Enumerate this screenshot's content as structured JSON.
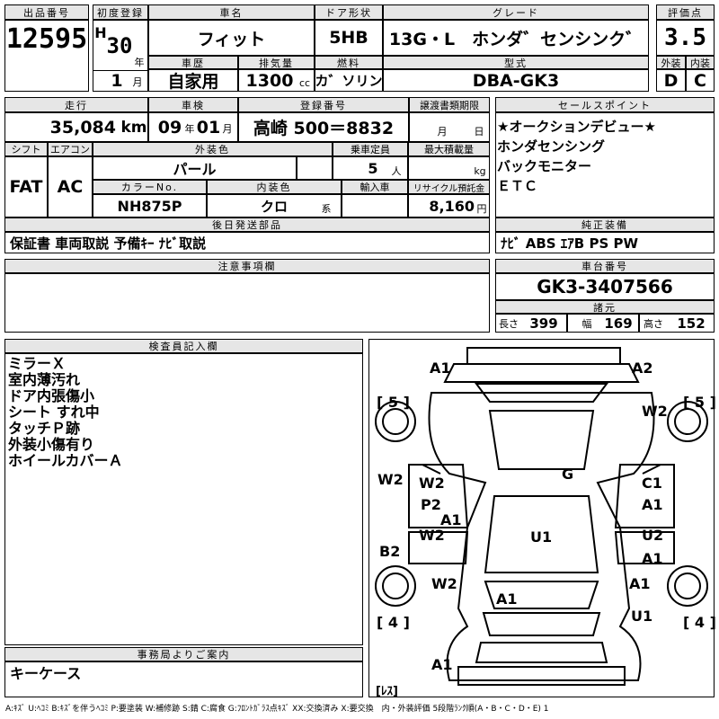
{
  "header": {
    "lot_label": "出品番号",
    "lot_number": "12595",
    "first_reg_label": "初度登録",
    "era": "H",
    "year": "30",
    "year_unit": "年",
    "month": "1",
    "month_unit": "月",
    "car_name_label": "車名",
    "car_name": "フィット",
    "door_label": "ドア形状",
    "door": "5HB",
    "grade_label": "グレード",
    "grade": "13G・L　ホンダ゛センシンク゛",
    "score_label": "評価点",
    "score": "3.5",
    "history_label": "車歴",
    "history": "自家用",
    "displacement_label": "排気量",
    "displacement": "1300",
    "displacement_unit": "cc",
    "fuel_label": "燃料",
    "fuel": "カ゛ソリン",
    "model_label": "型式",
    "model": "DBA-GK3",
    "ext_label": "外装",
    "ext_grade": "D",
    "int_label": "内装",
    "int_grade": "C"
  },
  "row2": {
    "mileage_label": "走行",
    "mileage": "35,084",
    "mileage_unit": "km",
    "inspection_label": "車検",
    "insp_year": "09",
    "insp_year_unit": "年",
    "insp_month": "01",
    "insp_month_unit": "月",
    "plate_label": "登録番号",
    "plate": "高崎 500＝8832",
    "transfer_label": "譲渡書類期限",
    "transfer_month": "月",
    "transfer_day": "日",
    "shift_label": "シフト",
    "shift": "FAT",
    "ac_label": "エアコン",
    "ac": "AC",
    "color_label": "外装色",
    "color": "パール",
    "capacity_label": "乗車定員",
    "capacity": "5",
    "capacity_unit": "人",
    "load_label": "最大積載量",
    "load_unit": "kg",
    "color_no_label": "カラーNo.",
    "color_no": "NH875P",
    "interior_color_label": "内装色",
    "interior_color": "クロ",
    "interior_color_unit": "系",
    "import_label": "輸入車",
    "recycle_label": "リサイクル預託金",
    "recycle": "8,160",
    "recycle_unit": "円"
  },
  "sales": {
    "label": "セールスポイント",
    "items": [
      "★オークションデビュー★",
      "ホンダセンシング",
      "バックモニター",
      "ＥＴＣ"
    ]
  },
  "later": {
    "label": "後日発送部品",
    "items": "保証書 車両取説 予備ｷｰ ﾅﾋﾞ取説"
  },
  "equipment": {
    "label": "純正装備",
    "items": "ﾅﾋﾞ ABS ｴｱB PS PW"
  },
  "notes": {
    "label": "注意事項欄"
  },
  "chassis": {
    "label": "車台番号",
    "number": "GK3-3407566",
    "spec_label": "諸元",
    "length_label": "長さ",
    "length": "399",
    "width_label": "幅",
    "width": "169",
    "height_label": "高さ",
    "height": "152"
  },
  "inspector": {
    "label": "検査員記入欄",
    "items": [
      "ミラーＸ",
      "室内薄汚れ",
      "ドア内張傷小",
      "シート すれ中",
      "タッチＰ跡",
      "外装小傷有り",
      "ホイールカバーＡ"
    ]
  },
  "office": {
    "label": "事務局よりご案内",
    "text": "キーケース"
  },
  "diagram": {
    "bracket_fl": "[ 5 ]",
    "bracket_fr": "[ 5 ]",
    "bracket_rl": "[ 4 ]",
    "bracket_rr": "[ 4 ]",
    "bracket_spare": "[ﾚｽ]",
    "marks": {
      "a1_front_left": "A1",
      "a2_front_right": "A2",
      "w2_front_fender_r": "W2",
      "g_hood": "G",
      "w2_front_fender_l": "W2",
      "w2_front_door_l": "W2",
      "p2_front_door_l": "P2",
      "a1_step_l": "A1",
      "c1_front_door_r": "C1",
      "a1_front_door_r": "A1",
      "u1_roof": "U1",
      "w2_rear_door_l": "W2",
      "b2_rear_door_l": "B2",
      "u2_rear_door_r": "U2",
      "a1_rear_door_r": "A1",
      "w2_rear_fender_l": "W2",
      "a1_trunk": "A1",
      "a1_rear_fender_r": "A1",
      "u1_rear_r": "U1",
      "a1_rear_bumper": "A1"
    }
  },
  "legend": "A:ｷｽﾞ U:ﾍｺﾐ B:ｷｽﾞを伴うﾍｺﾐ P:要塗装 W:補修跡 S:錆 C:腐食 G:ﾌﾛﾝﾄｶﾞﾗｽ点ｷｽﾞ XX:交換済み X:要交換　内・外装評価 5段階ﾗﾝｸ順(A・B・C・D・E) 1"
}
